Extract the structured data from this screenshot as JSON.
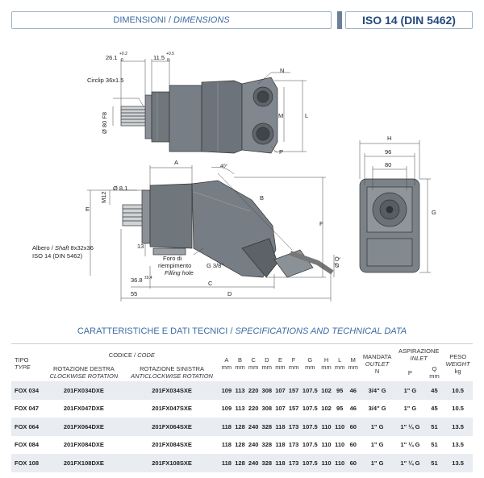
{
  "header": {
    "title_it": "DIMENSIONI / ",
    "title_en": "DIMENSIONS",
    "standard": "ISO 14 (DIN 5462)"
  },
  "drawing": {
    "dim_26": "26.1",
    "dim_26_tol": "+0.2",
    "dim_26_tol2": "0",
    "dim_11": "11.5",
    "dim_11_tol": "+0.5",
    "dim_11_tol2": "0",
    "circlip": "Circlip 36x1.5",
    "dia80": "Ø 80 F8",
    "N": "N",
    "M": "M",
    "L": "L",
    "P": "P",
    "A": "A",
    "angle": "40°",
    "B": "B",
    "dia81": "Ø 8.1",
    "M12": "M12",
    "E": "E",
    "F": "F",
    "shaft_line1": "Albero / ",
    "shaft_line1_it": "Shaft",
    "shaft_line1_b": " 8x32x36",
    "shaft_line2": "ISO 14 (DIN 5462)",
    "d13": "13",
    "fill1": "Foro di",
    "fill2": "riempimento",
    "fill3": "Filling hole",
    "g38": "G 3/8\"",
    "d368": "36.8",
    "d368_tol": "±0.4",
    "C": "C",
    "d55": "55",
    "D": "D",
    "dQ": "Ø Q",
    "H": "H",
    "d96": "96",
    "d80": "80",
    "G": "G"
  },
  "section_title_it": "CARATTERISTICHE E DATI TECNICI / ",
  "section_title_en": "SPECIFICATIONS AND TECHNICAL DATA",
  "table": {
    "tipo": "TIPO",
    "type": "TYPE",
    "codice": "CODICE / ",
    "code": "CODE",
    "rot_dx": "ROTAZIONE DESTRA",
    "rot_dx_en": "CLOCKWISE ROTATION",
    "rot_sx": "ROTAZIONE SINISTRA",
    "rot_sx_en": "ANTICLOCKWISE ROTATION",
    "mm": "mm",
    "cols": [
      "A",
      "B",
      "C",
      "D",
      "E",
      "F",
      "G",
      "H",
      "L",
      "M"
    ],
    "mandata": "MANDATA",
    "outlet": "OUTLET",
    "N": "N",
    "aspirazione": "ASPIRAZIONE",
    "inlet": "INLET",
    "P": "P",
    "Q": "Q",
    "peso": "PESO",
    "weight": "WEIGHT",
    "kg": "kg",
    "rows": [
      [
        "FOX 034",
        "201FX034DXE",
        "201FX034SXE",
        "109",
        "113",
        "220",
        "308",
        "107",
        "157",
        "107.5",
        "102",
        "95",
        "46",
        "3/4\" G",
        "1\" G",
        "45",
        "10.5"
      ],
      [
        "FOX 047",
        "201FX047DXE",
        "201FX047SXE",
        "109",
        "113",
        "220",
        "308",
        "107",
        "157",
        "107.5",
        "102",
        "95",
        "46",
        "3/4\" G",
        "1\" G",
        "45",
        "10.5"
      ],
      [
        "FOX 064",
        "201FX064DXE",
        "201FX064SXE",
        "118",
        "128",
        "240",
        "328",
        "118",
        "173",
        "107.5",
        "110",
        "110",
        "60",
        "1\" G",
        "1\" ¼ G",
        "51",
        "13.5"
      ],
      [
        "FOX 084",
        "201FX084DXE",
        "201FX084SXE",
        "118",
        "128",
        "240",
        "328",
        "118",
        "173",
        "107.5",
        "110",
        "110",
        "60",
        "1\" G",
        "1\" ¼ G",
        "51",
        "13.5"
      ],
      [
        "FOX 108",
        "201FX108DXE",
        "201FX108SXE",
        "118",
        "128",
        "240",
        "328",
        "118",
        "173",
        "107.5",
        "110",
        "110",
        "60",
        "1\" G",
        "1\" ¼ G",
        "51",
        "13.5"
      ]
    ]
  }
}
